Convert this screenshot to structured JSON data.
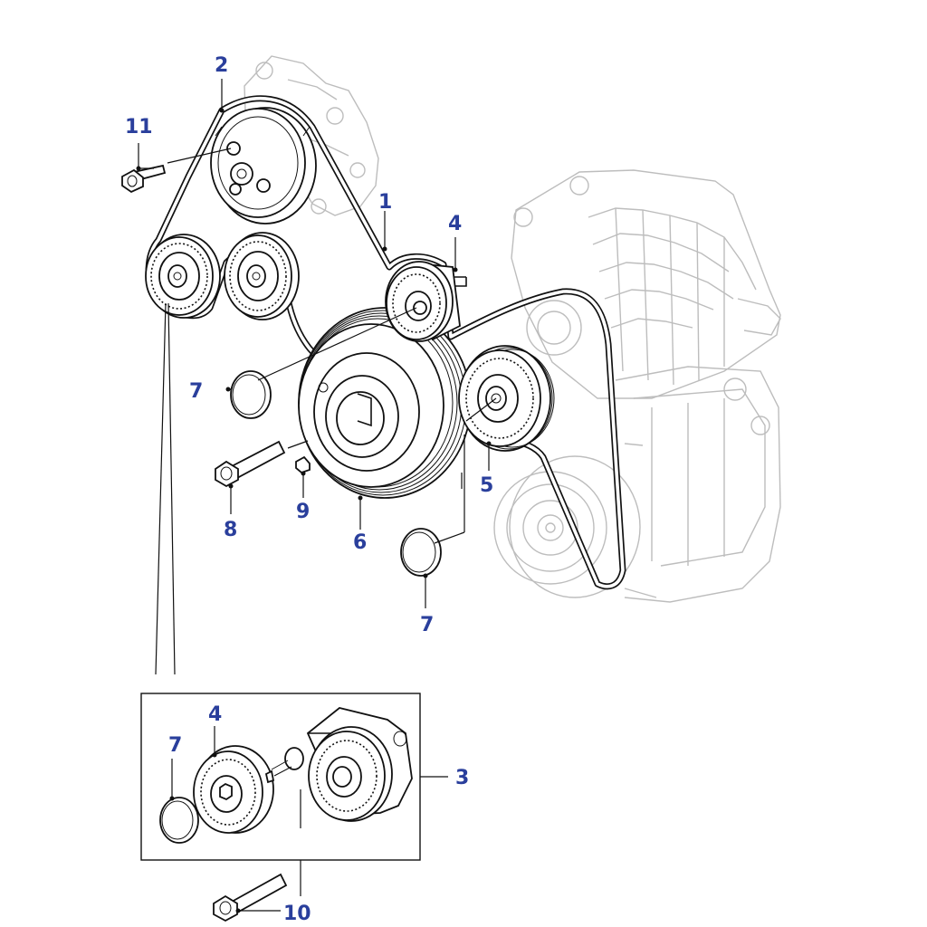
{
  "callouts": {
    "c1": "1",
    "c2": "2",
    "c3": "3",
    "c4_main": "4",
    "c4_inset": "4",
    "c5": "5",
    "c6": "6",
    "c7_left": "7",
    "c7_bottom": "7",
    "c7_inset": "7",
    "c8": "8",
    "c9": "9",
    "c10": "10",
    "c11": "11"
  },
  "colors": {
    "callout_text": "#2a3f9c",
    "line_art": "#111111",
    "background_engine": "#bdbdbd"
  }
}
